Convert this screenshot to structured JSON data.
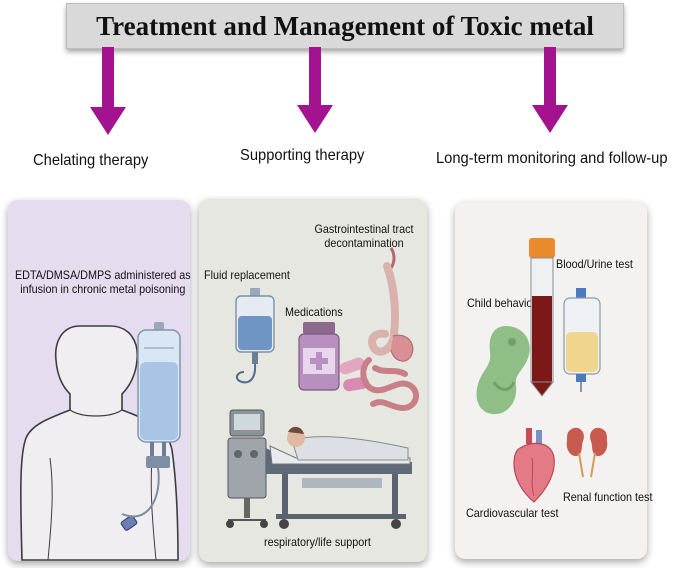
{
  "title": "Treatment and Management of Toxic metal",
  "columns": [
    {
      "heading": "Chelating therapy",
      "labels": {
        "infusion_line1": "EDTA/DMSA/DMPS administered as",
        "infusion_line2": "infusion in chronic metal poisoning"
      }
    },
    {
      "heading": "Supporting therapy",
      "labels": {
        "gi_line1": "Gastrointestinal tract",
        "gi_line2": "decontamination",
        "fluid": "Fluid replacement",
        "medications": "Medications",
        "respiratory": "respiratory/life support"
      }
    },
    {
      "heading": "Long-term monitoring and follow-up",
      "labels": {
        "blood_urine": "Blood/Urine test",
        "child": "Child behaviour",
        "cardio": "Cardiovascular test",
        "renal": "Renal function test"
      }
    }
  ],
  "colors": {
    "arrow": "#a3138f",
    "panel1": "#e6dcef",
    "panel2": "#e7e7e2",
    "panel3": "#f4f2f0",
    "title_bar": "#d9d9d9"
  },
  "icons": [
    "arrow-down-icon",
    "human-torso-icon",
    "iv-bag-icon",
    "iv-fluid-bag-icon",
    "medicine-bottle-icon",
    "pills-icon",
    "stomach-intestine-icon",
    "hospital-bed-icon",
    "ventilator-icon",
    "test-tube-icon",
    "urine-bag-icon",
    "fetus-icon",
    "heart-icon",
    "kidneys-icon"
  ]
}
